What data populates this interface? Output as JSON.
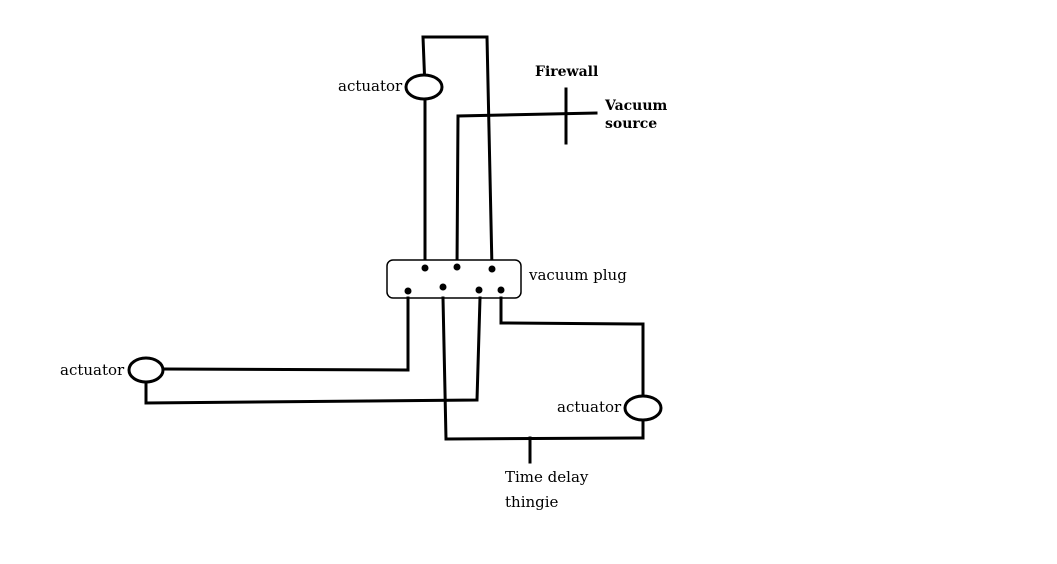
{
  "labels": {
    "actuator_top": "actuator",
    "actuator_left": "actuator",
    "actuator_right": "actuator",
    "firewall": "Firewall",
    "vacuum_source_line1": "Vacuum",
    "vacuum_source_line2": "source",
    "vacuum_plug": "vacuum plug",
    "time_delay_line1": "Time delay",
    "time_delay_line2": "thingie"
  },
  "colors": {
    "ink": "#000000",
    "background": "#ffffff"
  }
}
